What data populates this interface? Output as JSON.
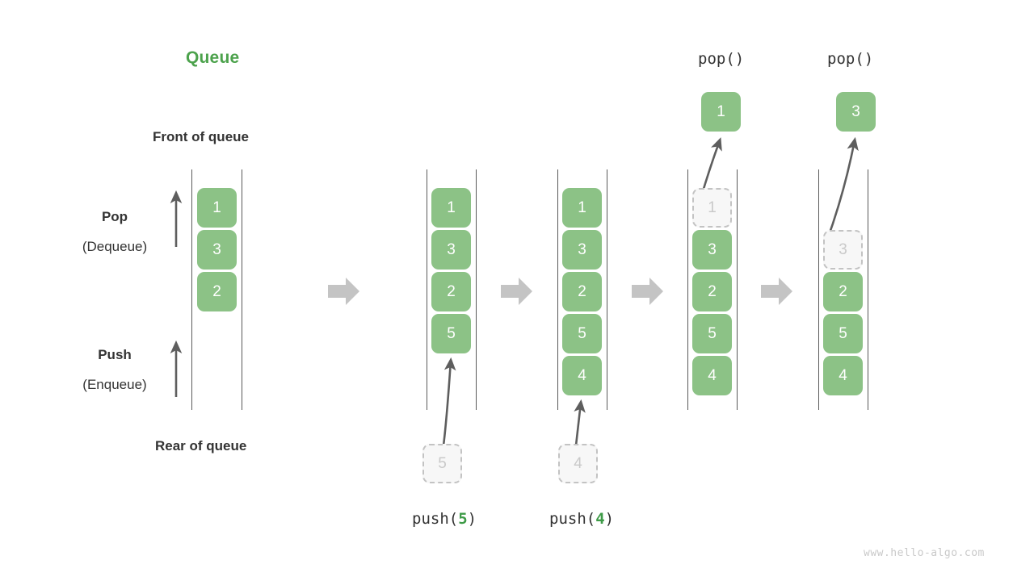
{
  "title": "Queue",
  "labels": {
    "front_of_queue": "Front of queue",
    "rear_of_queue": "Rear of queue",
    "pop_main": "Pop",
    "pop_sub": "(Dequeue)",
    "push_main": "Push",
    "push_sub": "(Enqueue)"
  },
  "colors": {
    "node_fill": "#8CC286",
    "node_text": "#FFFFFF",
    "title_green": "#4CA24C",
    "arg_green": "#3E9B47",
    "ghost_fill": "#F7F7F7",
    "ghost_border": "#C3C3C3",
    "ghost_text": "#C9C9C9",
    "rail": "#5A5A5A",
    "step_arrow": "#C4C4C4",
    "text": "#333333",
    "watermark": "#C9C9C9"
  },
  "stages": [
    {
      "id": "initial",
      "caption": "",
      "top_label": "",
      "nodes": [
        "1",
        "3",
        "2"
      ],
      "incoming": null,
      "outgoing": null
    },
    {
      "id": "push-5",
      "caption_prefix": "push(",
      "caption_arg": "5",
      "caption_suffix": ")",
      "top_label": "",
      "nodes": [
        "1",
        "3",
        "2",
        "5"
      ],
      "incoming": "5",
      "outgoing": null
    },
    {
      "id": "push-4",
      "caption_prefix": "push(",
      "caption_arg": "4",
      "caption_suffix": ")",
      "top_label": "",
      "nodes": [
        "1",
        "3",
        "2",
        "5",
        "4"
      ],
      "incoming": "4",
      "outgoing": null
    },
    {
      "id": "pop-1",
      "caption": "",
      "top_label": "pop()",
      "nodes_ghost_index": 0,
      "nodes": [
        "1",
        "3",
        "2",
        "5",
        "4"
      ],
      "incoming": null,
      "outgoing": "1"
    },
    {
      "id": "pop-2",
      "caption": "",
      "top_label": "pop()",
      "nodes_ghost_index": 1,
      "nodes": [
        "",
        "3",
        "2",
        "5",
        "4"
      ],
      "incoming": null,
      "outgoing": "3"
    }
  ],
  "step_arrows_count": 4,
  "watermark": "www.hello-algo.com"
}
